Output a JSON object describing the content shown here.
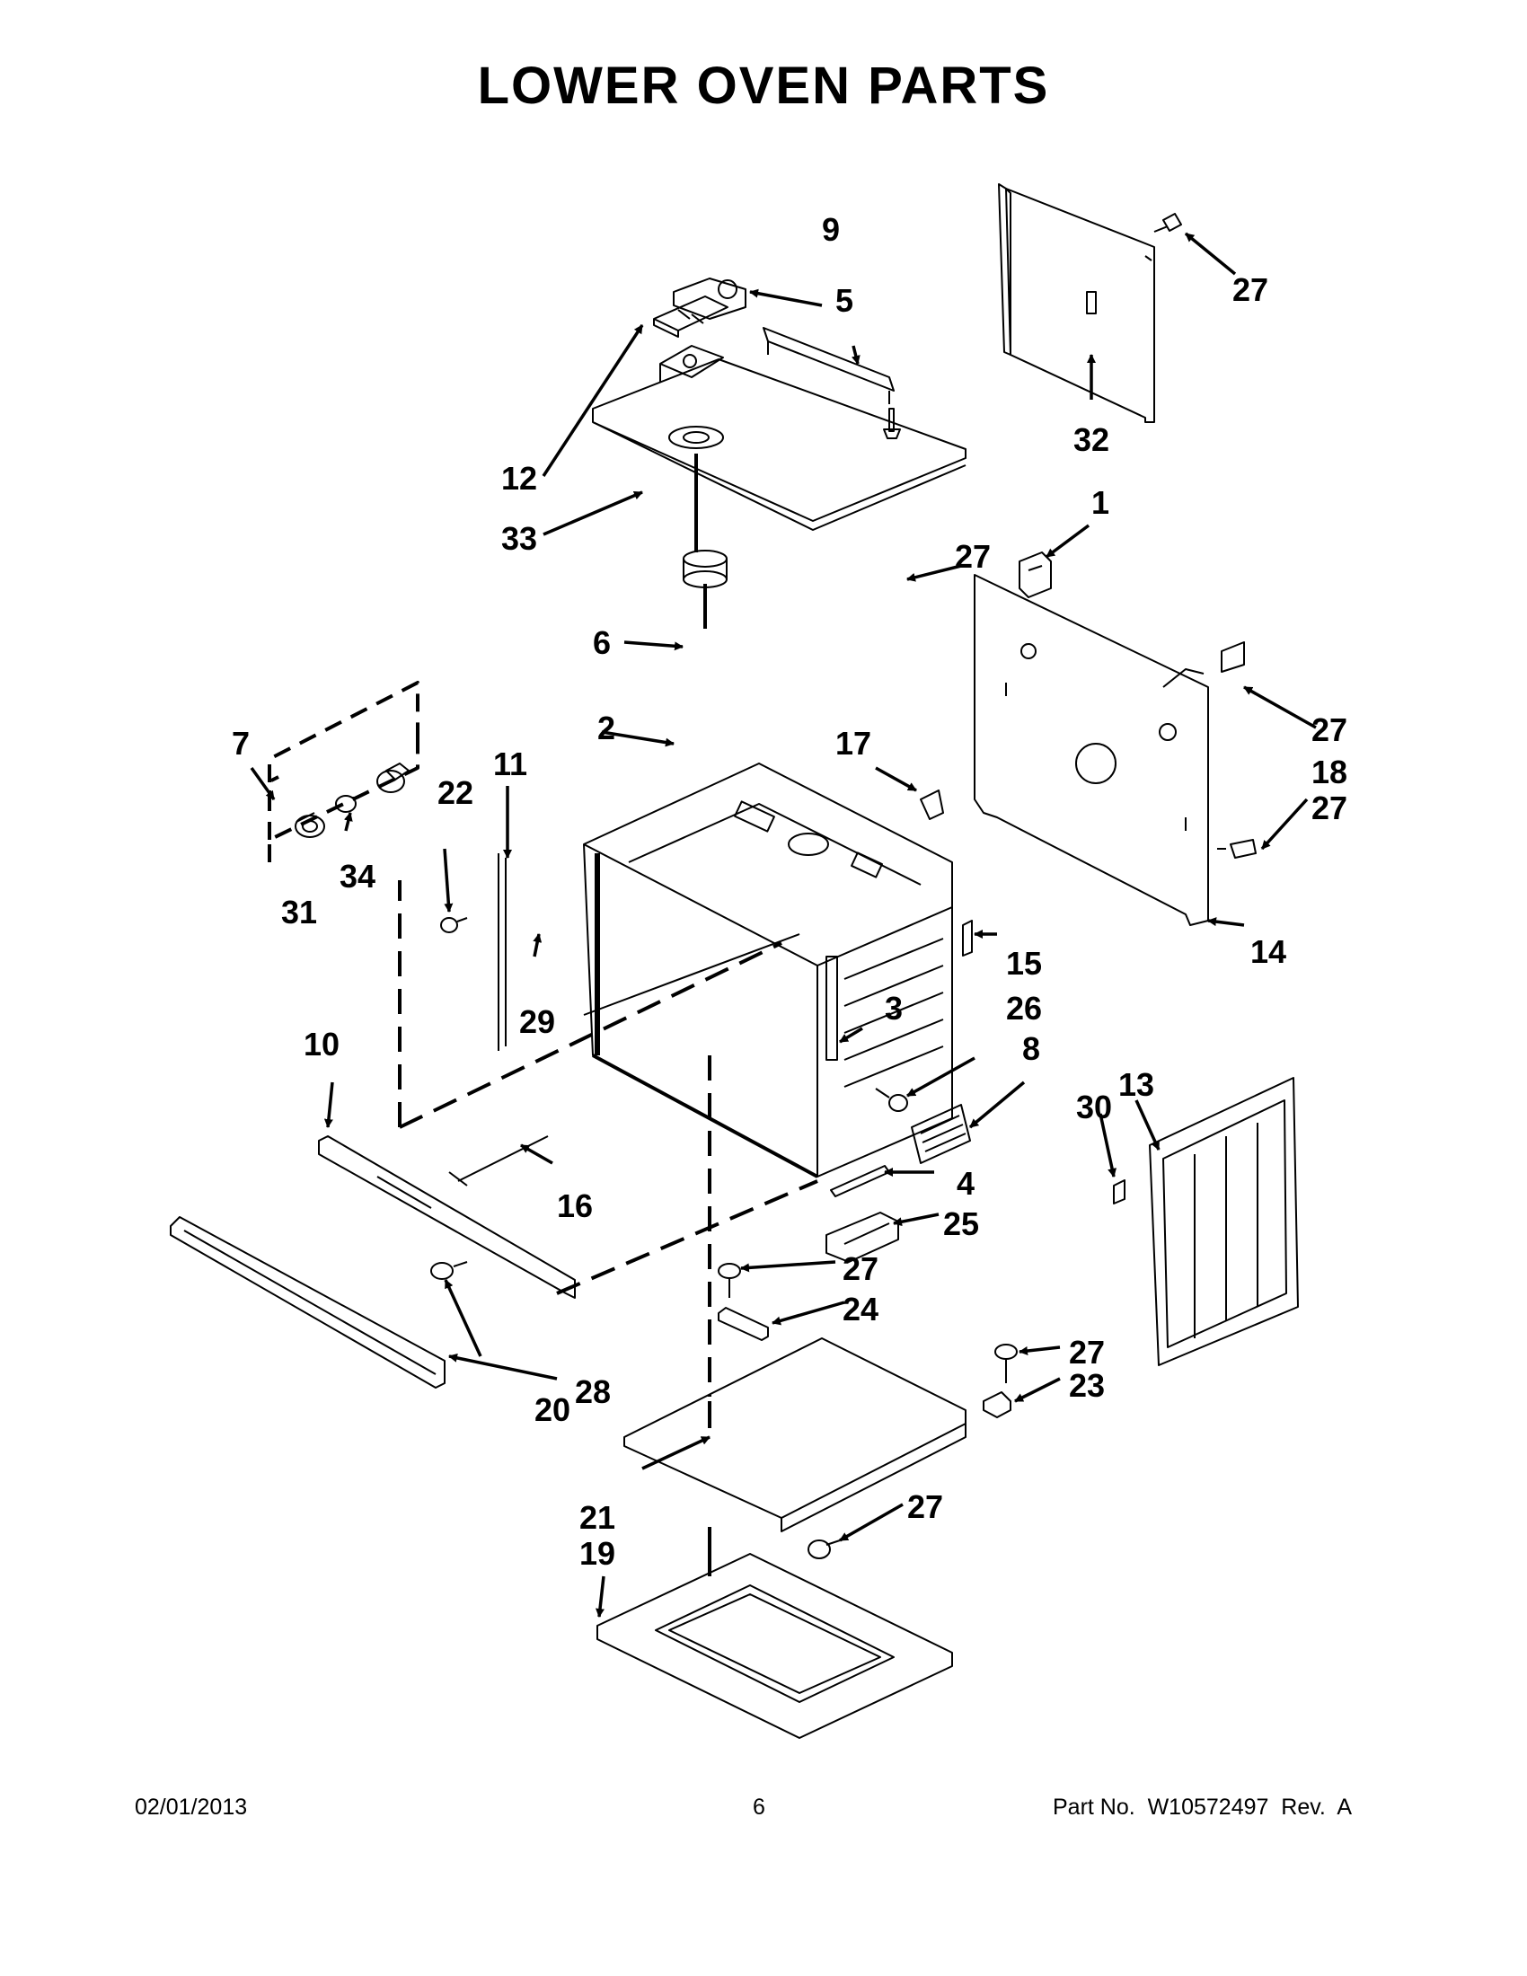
{
  "title": "LOWER OVEN PARTS",
  "footer": {
    "date": "02/01/2013",
    "page": "6",
    "part_no": "Part No.  W10572497  Rev.  A"
  },
  "callouts": {
    "c1": "1",
    "c2": "2",
    "c3": "3",
    "c4": "4",
    "c5": "5",
    "c6": "6",
    "c7": "7",
    "c8": "8",
    "c9": "9",
    "c10": "10",
    "c11": "11",
    "c12": "12",
    "c13": "13",
    "c14": "14",
    "c15": "15",
    "c16": "16",
    "c17": "17",
    "c18": "18",
    "c19": "19",
    "c20": "20",
    "c21": "21",
    "c22": "22",
    "c23": "23",
    "c24": "24",
    "c25": "25",
    "c26": "26",
    "c27": "27",
    "c28": "28",
    "c29": "29",
    "c30": "30",
    "c31": "31",
    "c32": "32",
    "c33": "33",
    "c34": "34"
  }
}
